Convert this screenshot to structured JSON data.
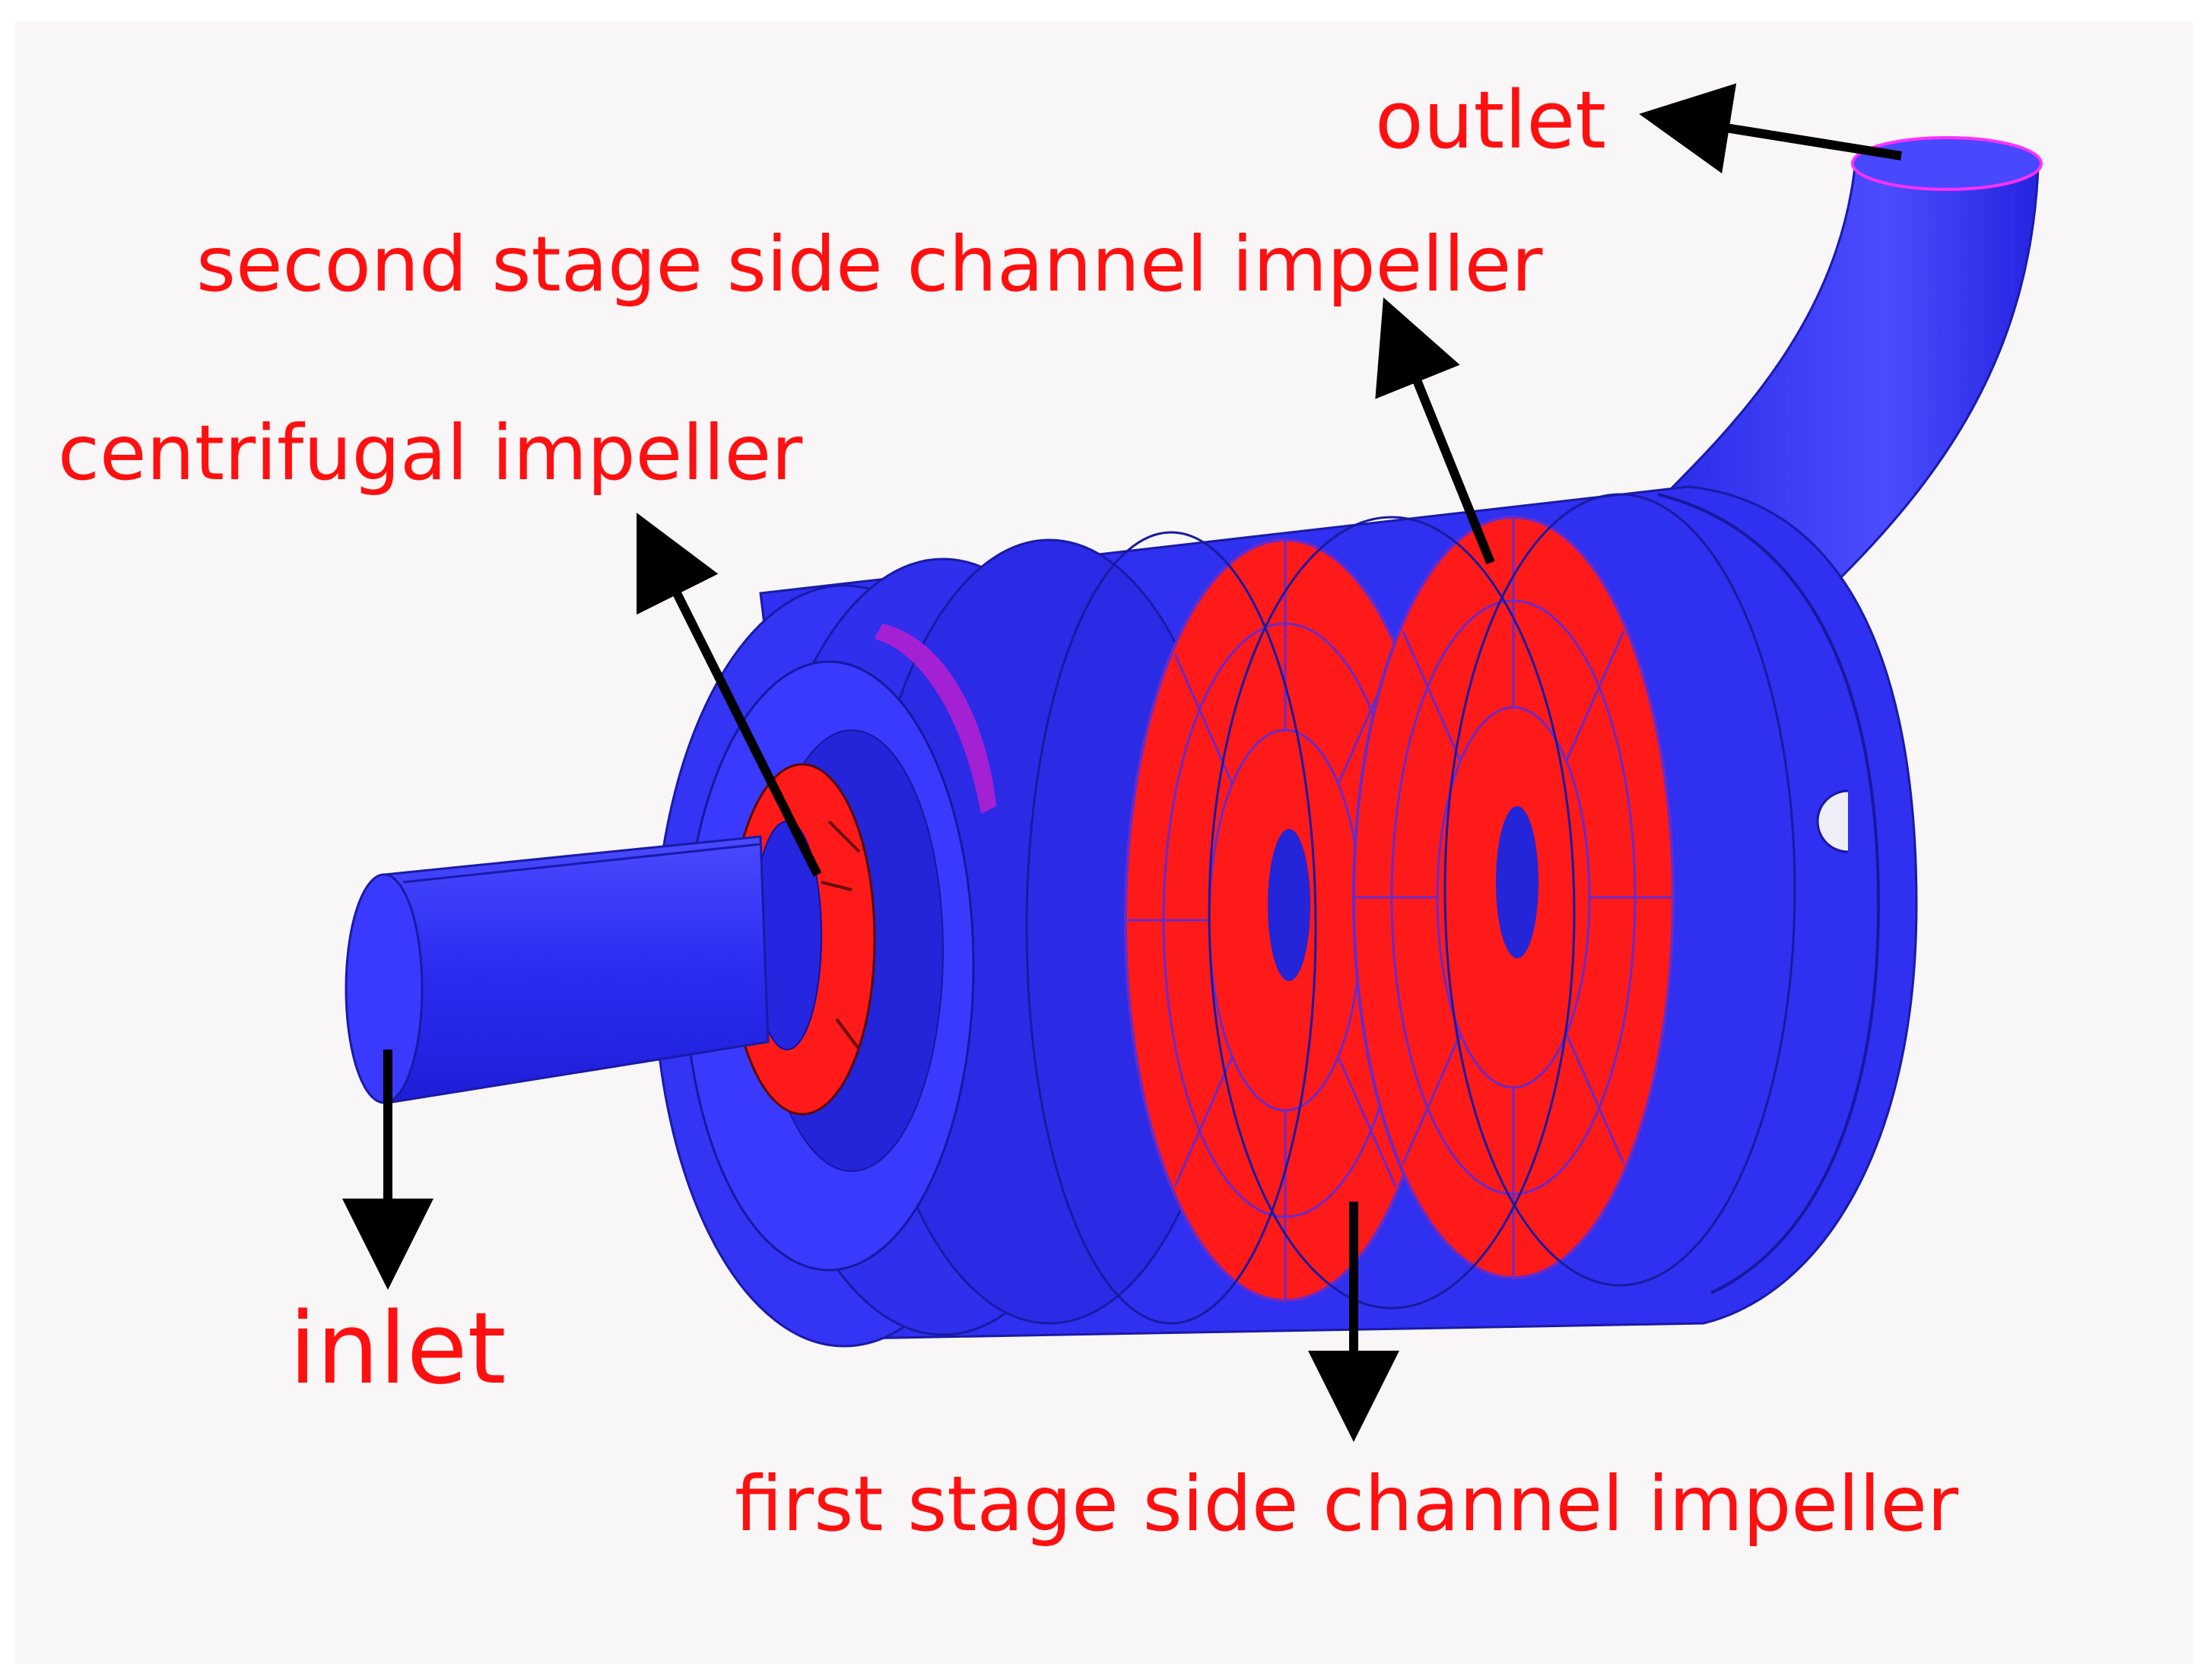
{
  "labels": {
    "outlet": "outlet",
    "second_stage": "second stage side channel impeller",
    "centrifugal": "centrifugal impeller",
    "inlet": "inlet",
    "first_stage": "first stage side channel impeller"
  },
  "colors": {
    "background": "#f8f6f7",
    "housing": "#3a3af8",
    "housing_dark": "#1d1ddb",
    "impeller": "#ff1a1a",
    "impeller_line": "#6a2ac8",
    "purple": "#b020d0",
    "label": "#ff1010",
    "arrow": "#000000"
  }
}
